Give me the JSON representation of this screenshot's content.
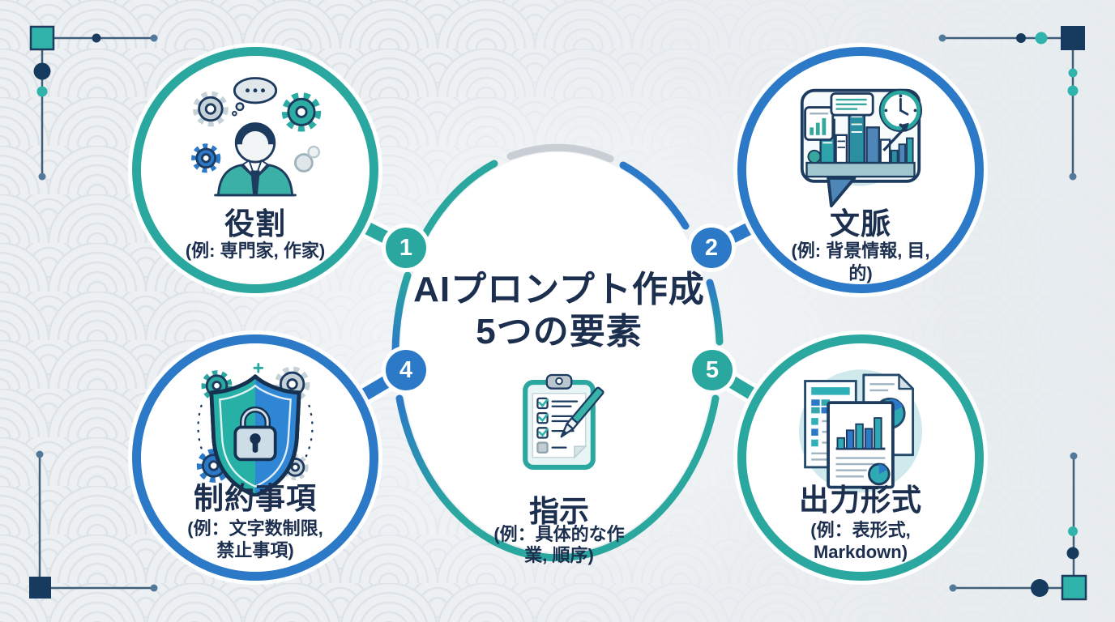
{
  "title": {
    "line1": "AIプロンプト作成",
    "line2": "5つの要素"
  },
  "center_node": {
    "label": "指示",
    "example_line1": "(例：具体的な作",
    "example_line2": "業, 順序)",
    "icon": "clipboard-checklist-icon"
  },
  "nodes": [
    {
      "number": "1",
      "label": "役割",
      "example_line1": "(例: 専門家, 作家)",
      "example_line2": "",
      "accent": "#2AA79F",
      "icon": "person-gears-icon"
    },
    {
      "number": "2",
      "label": "文脈",
      "example_line1": "(例: 背景情報, 目,",
      "example_line2": "的)",
      "accent": "#2B79C7",
      "icon": "city-context-icon"
    },
    {
      "number": "4",
      "label": "制約事項",
      "example_line1": "(例：文字数制限,",
      "example_line2": "禁止事項)",
      "accent": "#2B79C7",
      "icon": "shield-lock-icon"
    },
    {
      "number": "5",
      "label": "出力形式",
      "example_line1": "(例：表形式,",
      "example_line2": "Markdown)",
      "accent": "#2AA79F",
      "icon": "documents-charts-icon"
    }
  ],
  "colors": {
    "teal": "#2AA79F",
    "blue": "#2B79C7",
    "navy": "#1C2F4F",
    "blue_gray": "#52789A",
    "ring_gray": "#C9CED4",
    "background": "#ECEFF1"
  }
}
